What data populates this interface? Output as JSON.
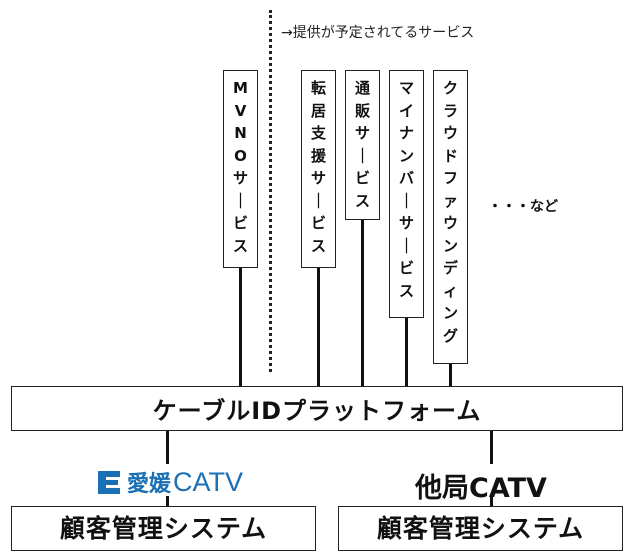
{
  "note": "→提供が予定されてるサービス",
  "services": [
    {
      "id": "mvno",
      "label": "ＭＶＮＯサービス",
      "chars": [
        "M",
        "V",
        "N",
        "O",
        "サ",
        "ー",
        "ビ",
        "ス"
      ]
    },
    {
      "id": "moving",
      "label": "転居支援サービス",
      "chars": [
        "転",
        "居",
        "支",
        "援",
        "サ",
        "ー",
        "ビ",
        "ス"
      ]
    },
    {
      "id": "mailorder",
      "label": "通販サービス",
      "chars": [
        "通",
        "販",
        "サ",
        "ー",
        "ビ",
        "ス"
      ]
    },
    {
      "id": "mynumber",
      "label": "マイナンバーサービス",
      "chars": [
        "マ",
        "イ",
        "ナ",
        "ン",
        "バ",
        "ー",
        "サ",
        "ー",
        "ビ",
        "ス"
      ]
    },
    {
      "id": "crowdfunding",
      "label": "クラウドファウンディング",
      "chars": [
        "ク",
        "ラ",
        "ウ",
        "ド",
        "フ",
        "ァ",
        "ウ",
        "ン",
        "デ",
        "ィ",
        "ン",
        "グ"
      ]
    }
  ],
  "etc": "・・・など",
  "platform": "ケーブルIDプラットフォーム",
  "left_org": {
    "logo_kanji": "愛媛",
    "logo_catv": "CATV",
    "logo_icon": "ehime-catv-logo-icon"
  },
  "right_org": "他局CATV",
  "left_crm": "顧客管理システム",
  "right_crm": "顧客管理システム",
  "colors": {
    "brand": "#1a6fb5",
    "line": "#111111"
  }
}
